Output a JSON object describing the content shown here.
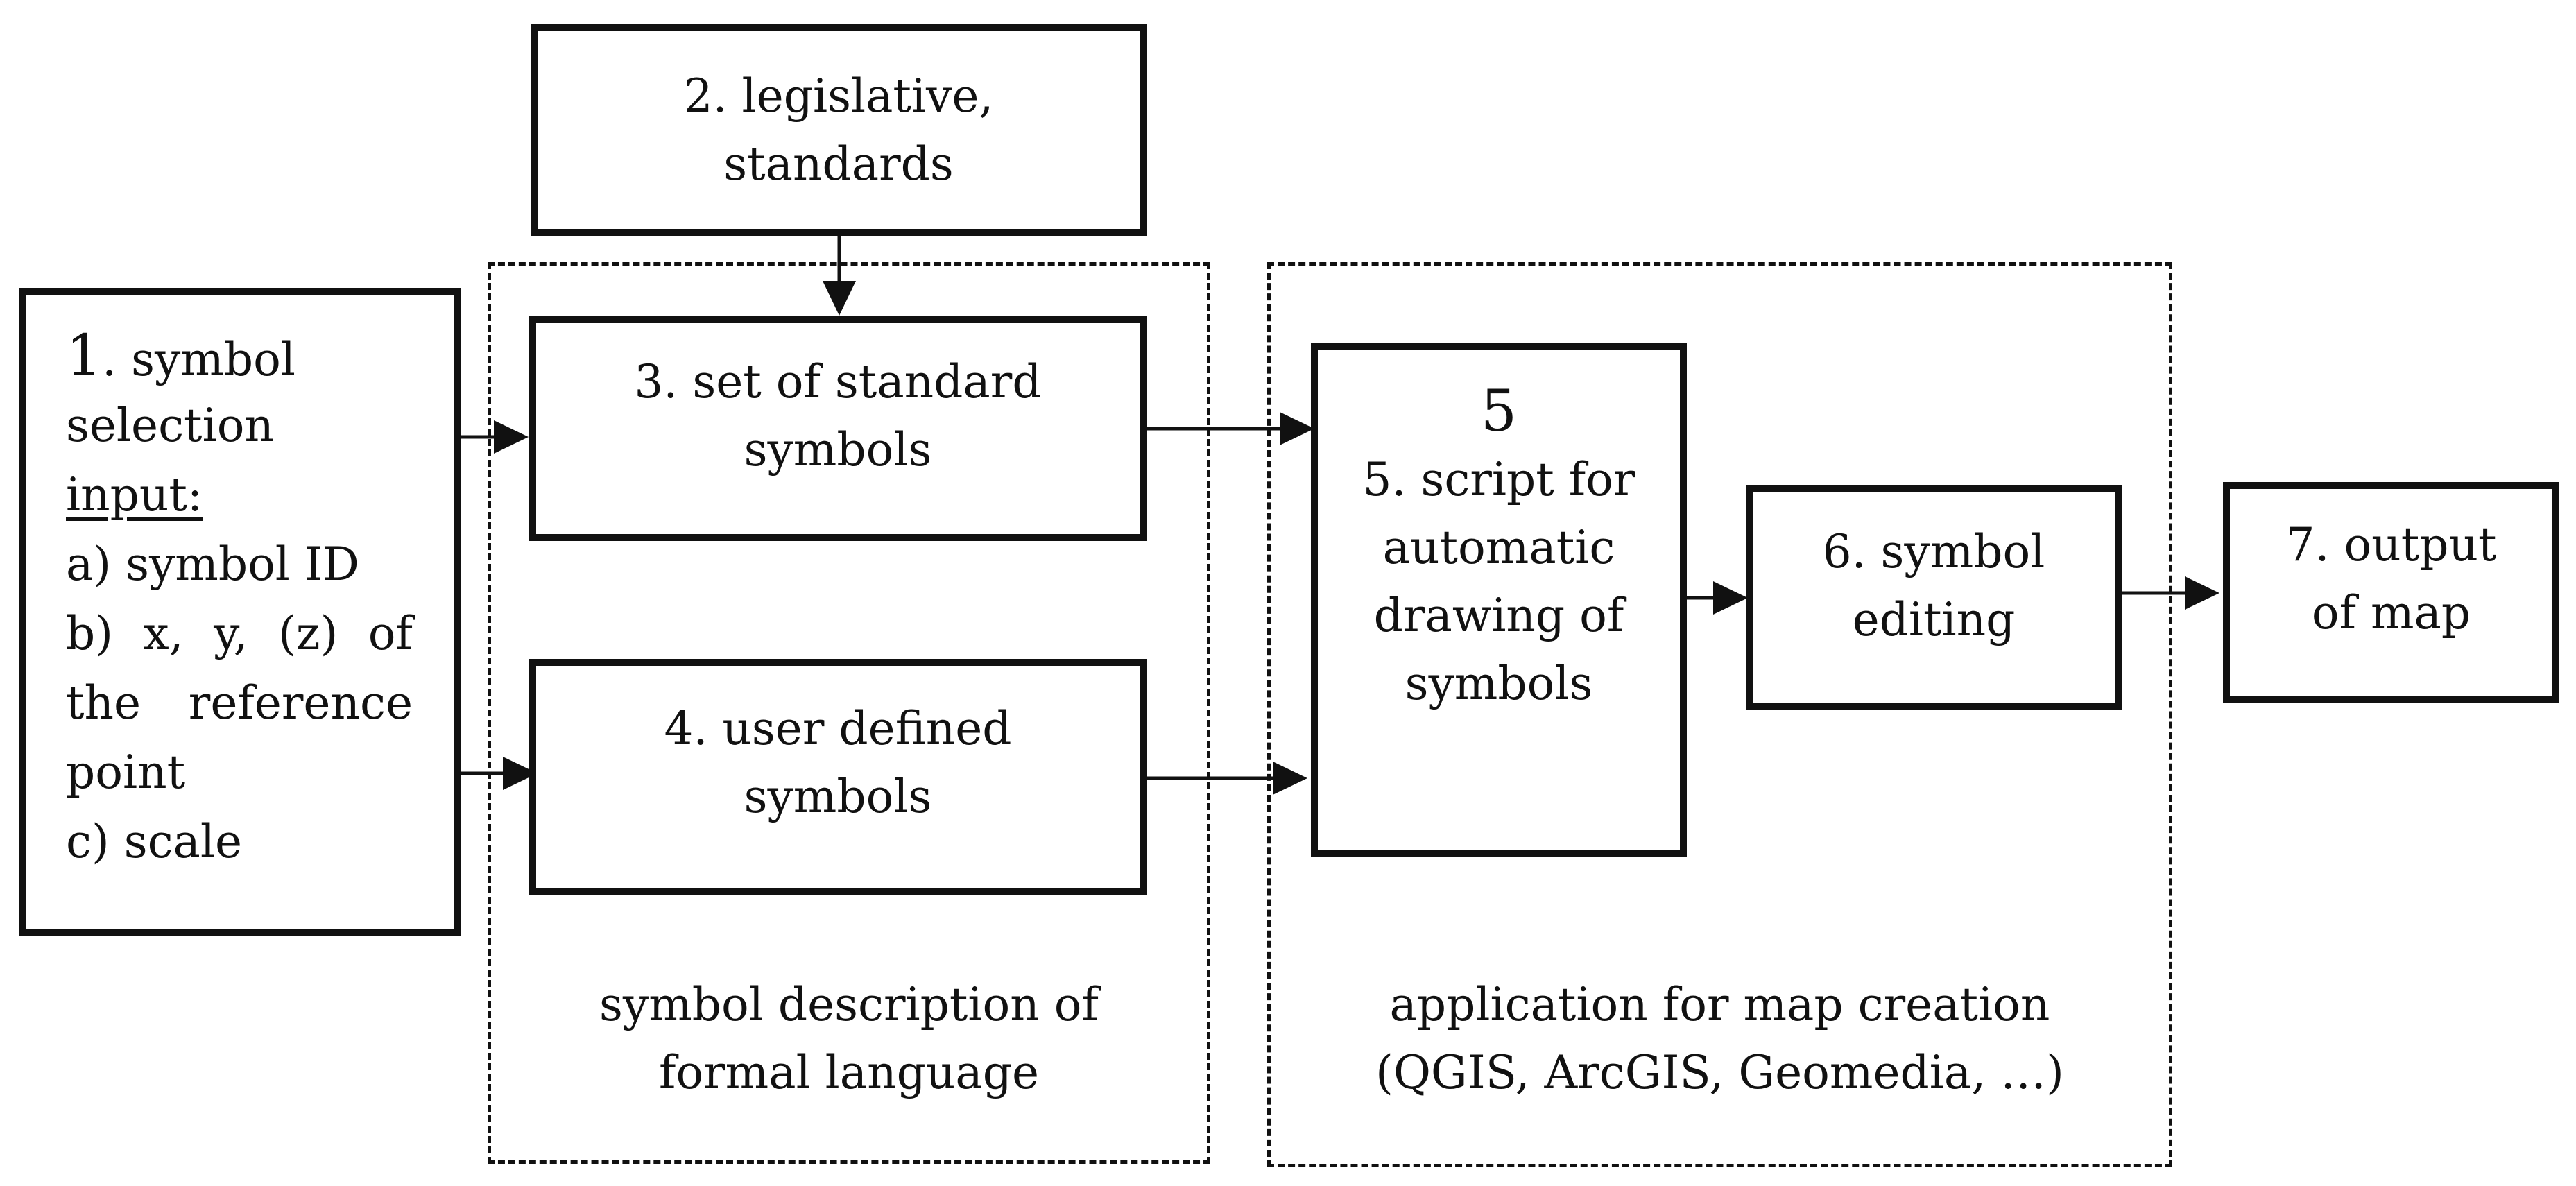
{
  "boxes": {
    "b1": {
      "number": "1",
      "title": ". symbol",
      "line2": "selection",
      "input_label": "input:",
      "item_a": "a) symbol ID",
      "item_b": [
        "b)",
        "x,",
        "y,",
        "(z)",
        "of"
      ],
      "item_b_cont": [
        "the",
        "reference"
      ],
      "item_b_end": "point",
      "item_c": "c) scale"
    },
    "b2": {
      "line1": "2. legislative,",
      "line2": "standards"
    },
    "b3": {
      "line1": "3. set of standard",
      "line2": "symbols"
    },
    "b4": {
      "line1": "4. user defined",
      "line2": "symbols"
    },
    "b5": {
      "line1": "5. script for",
      "line2": "automatic",
      "line3": "drawing of",
      "line4": "symbols"
    },
    "b6": {
      "line1": "6. symbol",
      "line2": "editing"
    },
    "b7": {
      "line1": "7. output",
      "line2": "of map"
    }
  },
  "groups": {
    "formal_language": {
      "line1": "symbol description of",
      "line2": "formal language"
    },
    "application": {
      "line1": "application for map creation",
      "line2": "(QGIS, ArcGIS, Geomedia, …)"
    }
  },
  "colors": {
    "stroke": "#111111",
    "background": "#ffffff"
  }
}
